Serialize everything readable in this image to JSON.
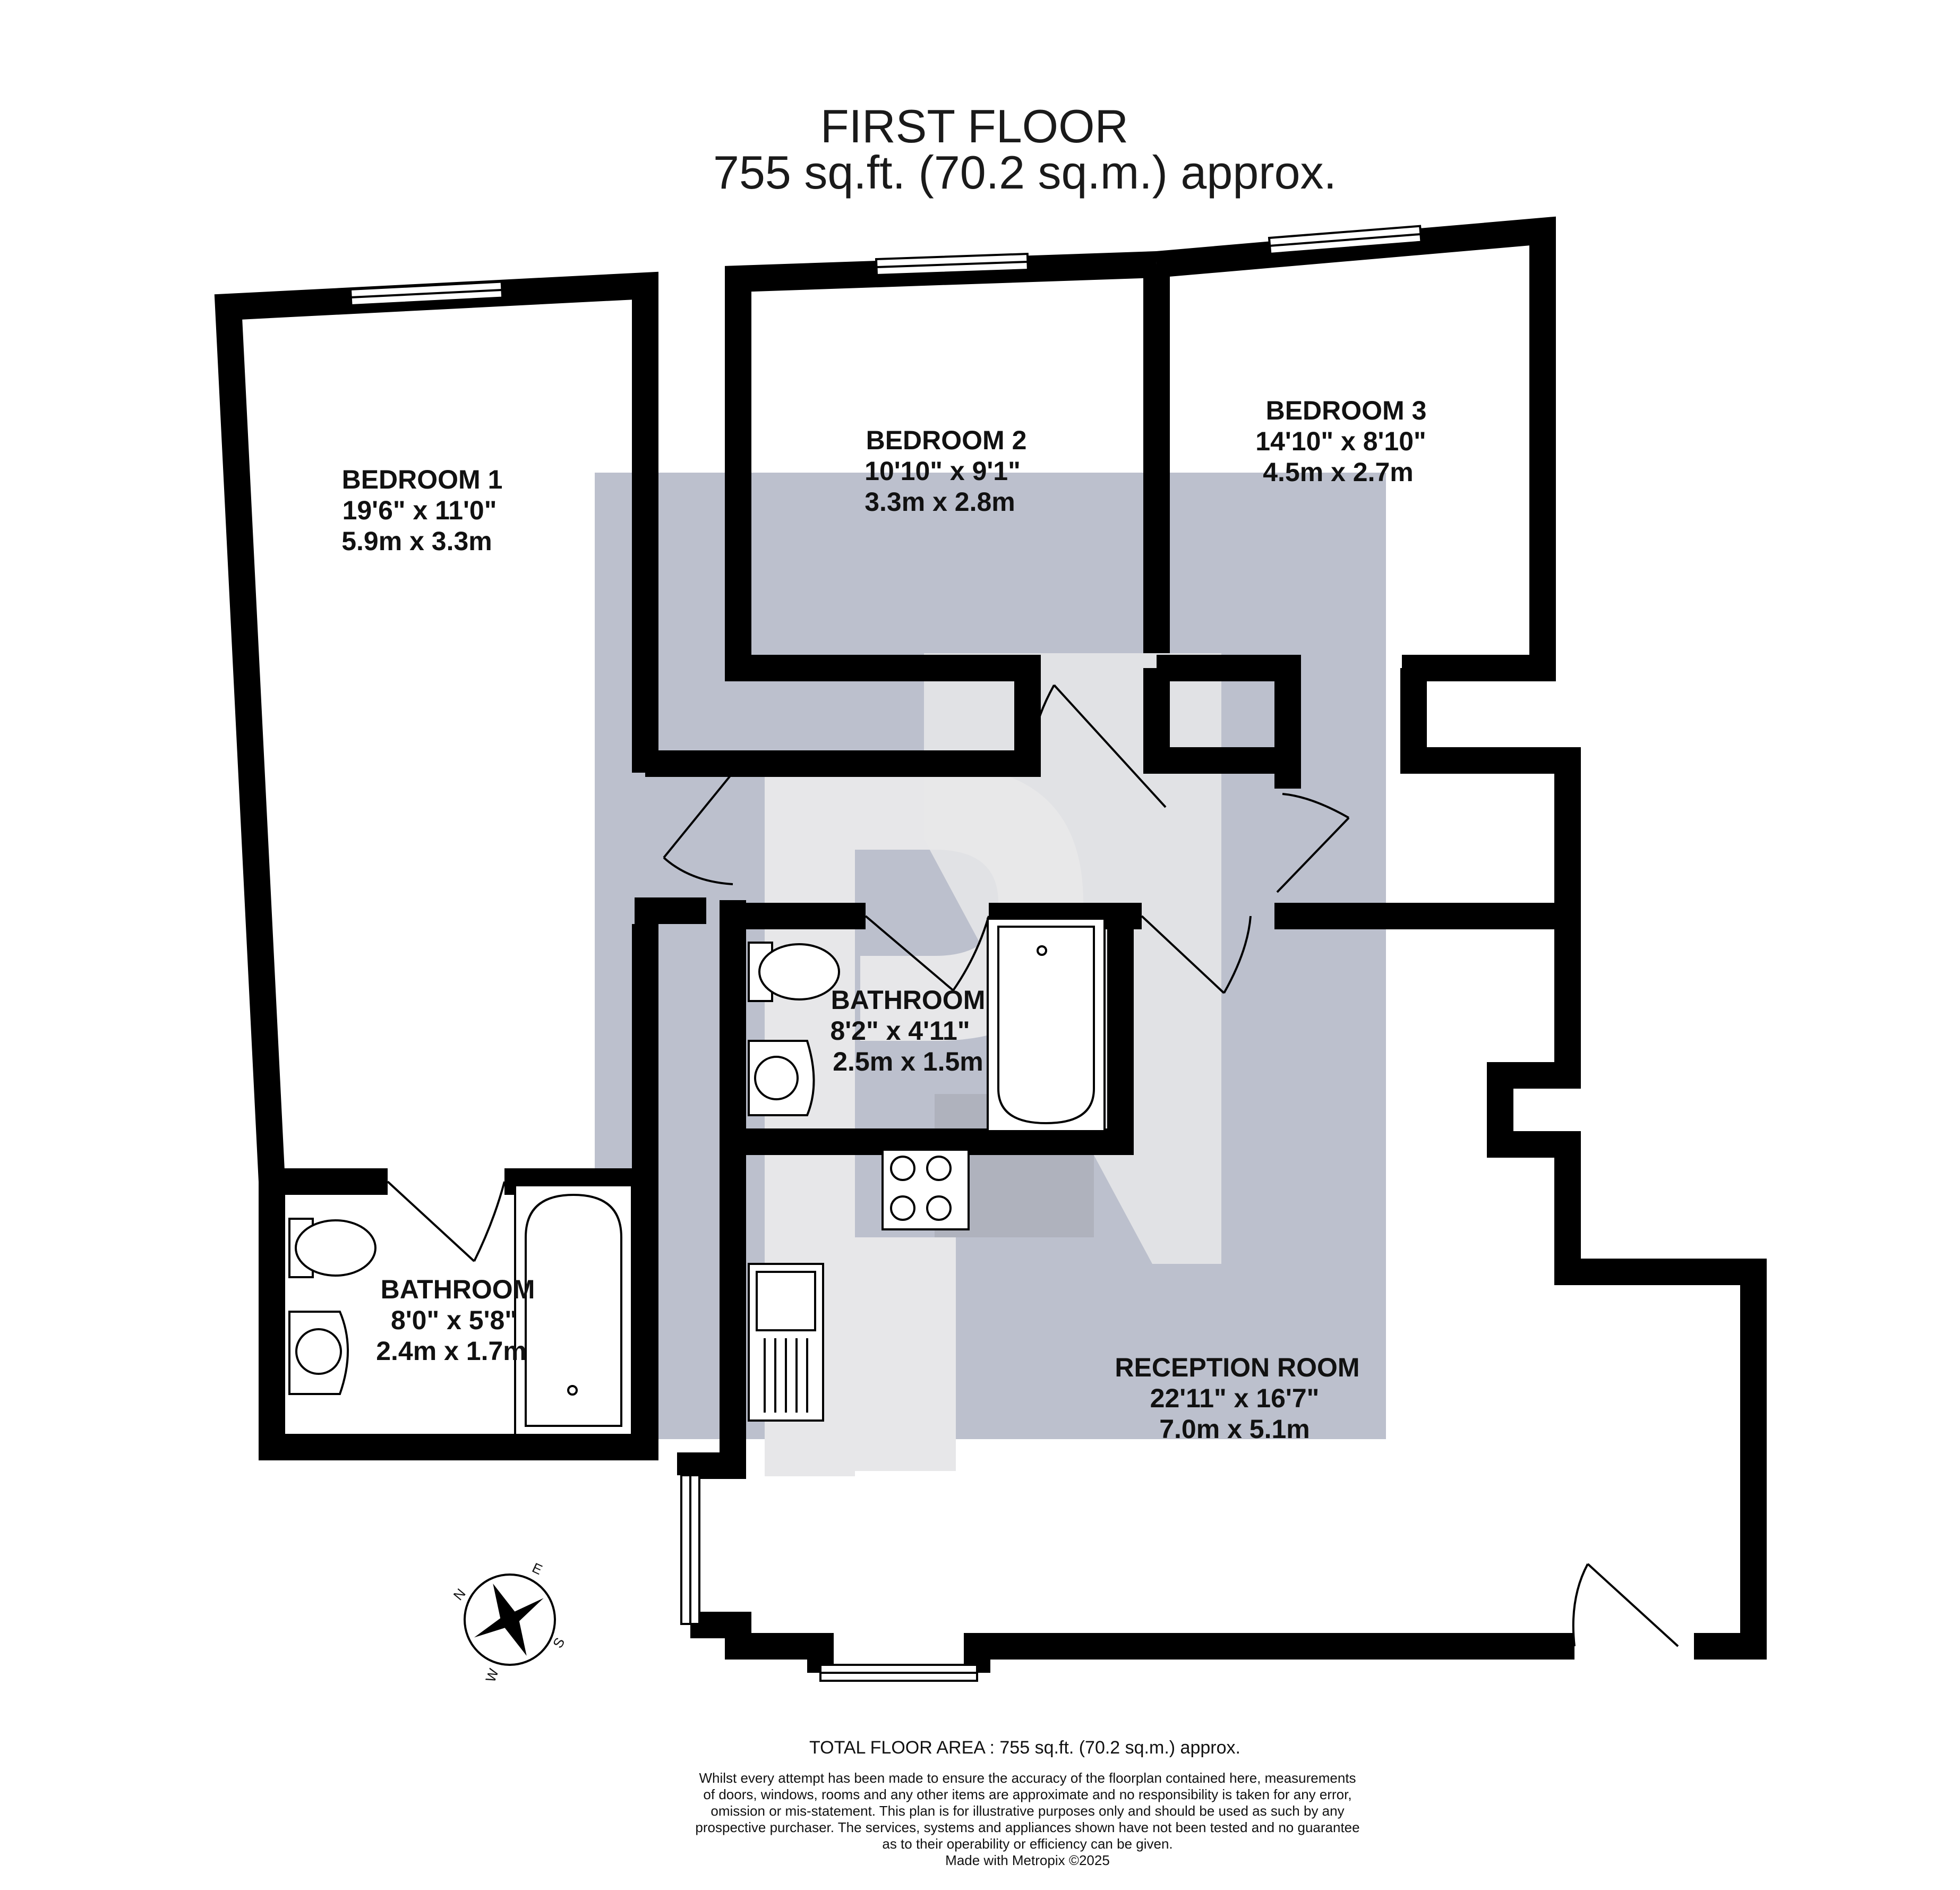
{
  "header": {
    "floor_name": "FIRST FLOOR",
    "floor_area": "755 sq.ft. (70.2 sq.m.) approx."
  },
  "rooms": [
    {
      "id": "bedroom-1",
      "name": "BEDROOM 1",
      "dim_imperial": "19'6\"  x 11'0\"",
      "dim_metric": "5.9m  x 3.3m"
    },
    {
      "id": "bedroom-2",
      "name": "BEDROOM 2",
      "dim_imperial": "10'10\"  x 9'1\"",
      "dim_metric": "3.3m  x 2.8m"
    },
    {
      "id": "bedroom-3",
      "name": "BEDROOM 3",
      "dim_imperial": "14'10\"  x 8'10\"",
      "dim_metric": "4.5m  x 2.7m"
    },
    {
      "id": "bathroom-main",
      "name": "BATHROOM",
      "dim_imperial": "8'2\"  x 4'11\"",
      "dim_metric": "2.5m  x 1.5m"
    },
    {
      "id": "bathroom-ensuite",
      "name": "BATHROOM",
      "dim_imperial": "8'0\"  x 5'8\"",
      "dim_metric": "2.4m  x 1.7m"
    },
    {
      "id": "reception-room",
      "name": "RECEPTION ROOM",
      "dim_imperial": "22'11\"  x 16'7\"",
      "dim_metric": "7.0m  x 5.1m"
    }
  ],
  "compass": {
    "n": "N",
    "e": "E",
    "s": "S",
    "w": "W"
  },
  "footer": {
    "total": "TOTAL FLOOR AREA : 755 sq.ft. (70.2 sq.m.) approx.",
    "disclaimer": [
      "Whilst every attempt has been made to ensure the accuracy of the floorplan contained here, measurements",
      "of doors, windows, rooms and any other items are approximate and no responsibility is taken for any error,",
      "omission or mis-statement. This plan is for illustrative purposes only and should be used as such by any",
      "prospective purchaser. The services, systems and appliances shown have not been tested and no guarantee",
      "as to their operability or efficiency can be given."
    ],
    "credit": "Made with Metropix ©2025"
  },
  "colors": {
    "wall": "#000000",
    "watermark": "#bcc0cd",
    "watermark_light": "#e7e7e9",
    "watermark_dark": "#a7a8b2"
  }
}
